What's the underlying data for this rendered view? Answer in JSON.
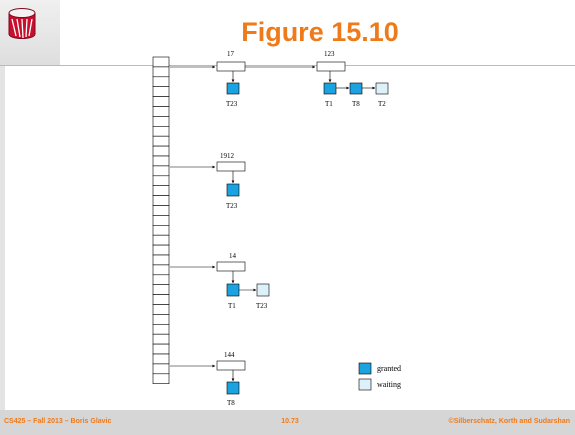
{
  "slide": {
    "title": "Figure 15.10",
    "footer": {
      "left": "CS425 – Fall 2013 – Boris Glavic",
      "center": "10.73",
      "right": "©Silberschatz, Korth and Sudarshan"
    },
    "logo_icon": "database-icon"
  },
  "lock_table": {
    "buckets": [
      {
        "items": [
          {
            "id": "17",
            "requests": [
              {
                "txn": "T23",
                "status": "granted"
              }
            ]
          },
          {
            "id": "123",
            "requests": [
              {
                "txn": "T1",
                "status": "granted"
              },
              {
                "txn": "T8",
                "status": "granted"
              },
              {
                "txn": "T2",
                "status": "waiting"
              }
            ]
          }
        ]
      },
      {
        "items": [
          {
            "id": "1912",
            "requests": [
              {
                "txn": "T23",
                "status": "granted"
              }
            ]
          }
        ]
      },
      {
        "items": [
          {
            "id": "14",
            "requests": [
              {
                "txn": "T1",
                "status": "granted"
              },
              {
                "txn": "T23",
                "status": "waiting"
              }
            ]
          }
        ]
      },
      {
        "items": [
          {
            "id": "144",
            "requests": [
              {
                "txn": "T8",
                "status": "granted"
              }
            ]
          }
        ]
      }
    ]
  },
  "legend": {
    "granted": "granted",
    "waiting": "waiting"
  },
  "colors": {
    "granted": "#1aa3e0",
    "waiting": "#ddf1fa",
    "title": "#ee7a1a",
    "footer_text": "#ee7a1a"
  }
}
